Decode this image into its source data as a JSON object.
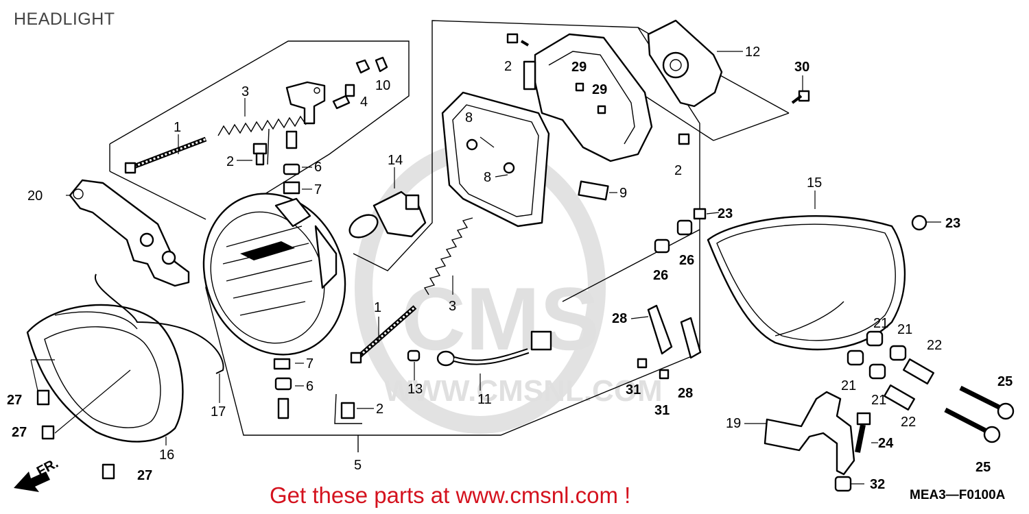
{
  "page": {
    "title": "HEADLIGHT",
    "promo": "Get these parts at www.cmsnl.com !",
    "diagram_code": "MEA3—F0100A",
    "direction_label": "FR.",
    "watermark": {
      "logo": "CMS",
      "url": "WWW.CMSNL.COM"
    }
  },
  "callouts": {
    "c1a": "1",
    "c1b": "1",
    "c2a": "2",
    "c2b": "2",
    "c2c": "2",
    "c2d": "2",
    "c3a": "3",
    "c3b": "3",
    "c4": "4",
    "c5": "5",
    "c6a": "6",
    "c6b": "6",
    "c7a": "7",
    "c7b": "7",
    "c8a": "8",
    "c8b": "8",
    "c9": "9",
    "c10": "10",
    "c11": "11",
    "c12": "12",
    "c13": "13",
    "c14": "14",
    "c15": "15",
    "c16": "16",
    "c17": "17",
    "c19": "19",
    "c20": "20",
    "c21a": "21",
    "c21b": "21",
    "c21c": "21",
    "c21d": "21",
    "c22a": "22",
    "c22b": "22",
    "c23a": "23",
    "c23b": "23",
    "c24": "24",
    "c25a": "25",
    "c25b": "25",
    "c26a": "26",
    "c26b": "26",
    "c27a": "27",
    "c27b": "27",
    "c27c": "27",
    "c28a": "28",
    "c28b": "28",
    "c29a": "29",
    "c29b": "29",
    "c30": "30",
    "c31a": "31",
    "c31b": "31",
    "c32": "32"
  }
}
